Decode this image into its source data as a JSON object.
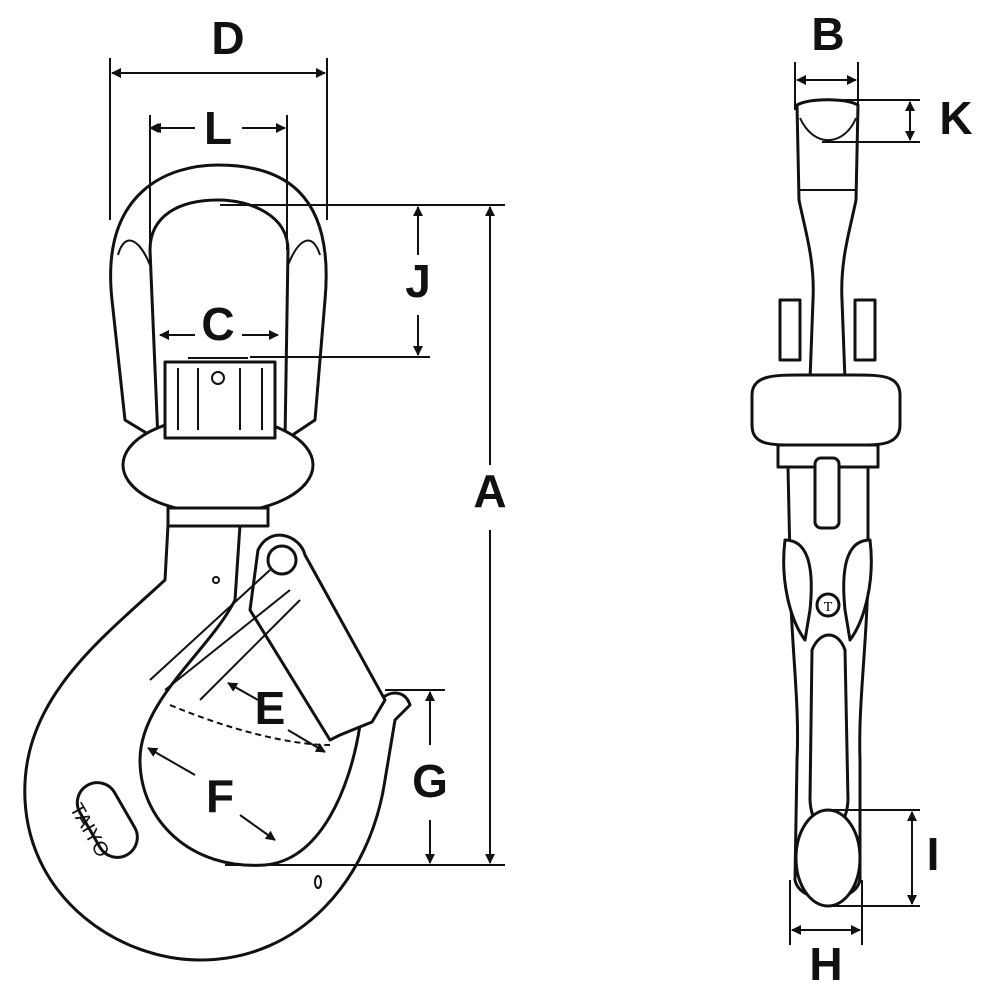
{
  "title": "Swivel hook dimension diagram",
  "labels": {
    "A": "A",
    "B": "B",
    "C": "C",
    "D": "D",
    "E": "E",
    "F": "F",
    "G": "G",
    "H": "H",
    "I": "I",
    "J": "J",
    "K": "K",
    "L": "L"
  },
  "markings": {
    "brand": "TAIYO",
    "side_logo": "T"
  }
}
